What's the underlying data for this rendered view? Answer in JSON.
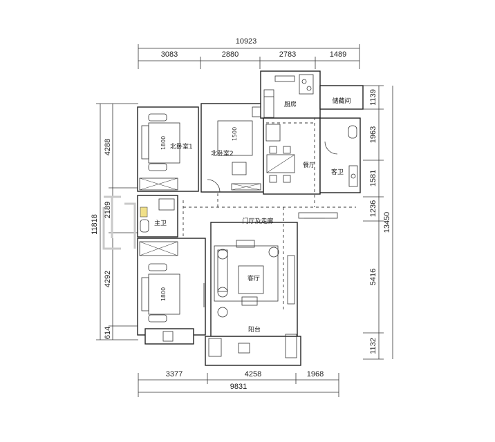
{
  "dimensions": {
    "top_total": "10923",
    "top_segments": [
      "3083",
      "2880",
      "2783",
      "1489"
    ],
    "bottom_segments": [
      "3377",
      "4258",
      "1968"
    ],
    "bottom_total": "9831",
    "left_total": "11818",
    "left_segments": [
      "4288",
      "2189",
      "4292",
      "614"
    ],
    "right_total": "13450",
    "right_segments": [
      "1139",
      "1963",
      "1581",
      "1236",
      "5416",
      "1132"
    ]
  },
  "rooms": {
    "north_bedroom_1": "北卧室1",
    "north_bedroom_2": "北卧室2",
    "kitchen": "厨房",
    "storage": "储藏间",
    "dining": "餐厅",
    "guest_bath": "客卫",
    "master_bath": "主卫",
    "entry_corridor": "门厅及走廊",
    "living_room": "客厅",
    "balcony": "阳台"
  },
  "furniture_labels": {
    "bed_1": "1800",
    "bed_2": "1500",
    "bed_3": "1800"
  }
}
